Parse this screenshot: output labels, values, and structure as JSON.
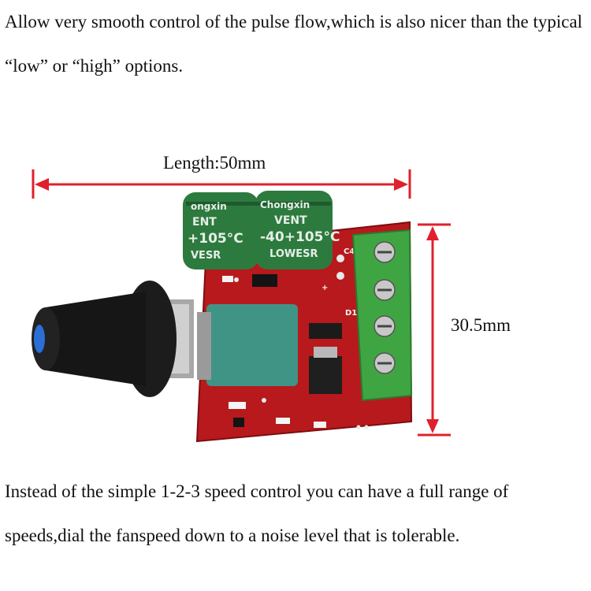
{
  "top_text": "Allow very smooth control of the pulse flow,which is also nicer than the typical “low” or “high” options.",
  "bottom_text": "Instead of the simple 1-2-3 speed control you can have a full range of speeds,dial the fanspeed down to a noise level that is tolerable.",
  "dimensions": {
    "length_label": "Length:50mm",
    "height_label": "30.5mm"
  },
  "board_labels": {
    "cap1_brand": "ongxin",
    "cap1_line2": "ENT",
    "cap1_line3": "+105°C",
    "cap1_line4": "VESR",
    "cap2_brand": "Chongxin",
    "cap2_line2": "VENT",
    "cap2_line3": "-40+105°C",
    "cap2_line4": "LOWESR",
    "c4": "C4",
    "plus": "+",
    "d1": "D1"
  },
  "colors": {
    "dimension_arrow": "#e0202c",
    "pcb": "#b8191c",
    "terminal_block": "#3fa542",
    "capacitor": "#2d7a3f",
    "potentiometer": "#3f9485",
    "knob": "#161616",
    "knob_tip": "#2a6fd6"
  }
}
